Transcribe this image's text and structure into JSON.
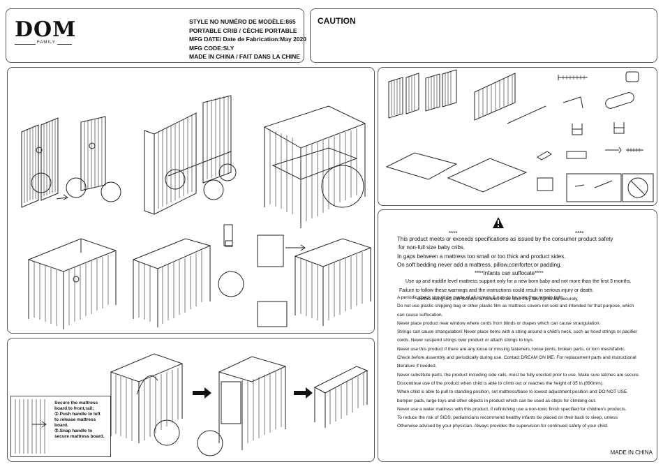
{
  "brand": {
    "logo": "DOM",
    "family": "FAMILY"
  },
  "product_info": {
    "style_no": "STYLE NO   NUMÉRO DE MODÈLE:865",
    "name": "PORTABLE CRIB / CÈCHE PORTABLE",
    "mfg_date": "MFG DATE/ Date de Fabrication:May 2020",
    "mfg_code": "MFG CODE:SLY",
    "made_in": "MADE IN CHINA / FAIT DANS LA CHINE"
  },
  "caution": {
    "title": "CAUTION"
  },
  "warnings": {
    "stars_left": "****",
    "stars_right": "****",
    "lines": [
      "This product meets or exceeds specifications as issued by the consumer product safety",
      "for non-full size baby cribs.",
      "In gaps between a mattress too small or too thick and product sides.",
      "On soft bedding never add a mattress, pillow,comforter,or padding.",
      "****Infants can suffocate****",
      "Use up and middle level mattress support only for a new born baby and not more than the first 3 months.",
      "Failure to follow these warnings and the instructions could result in serious injury or death.",
      "Before using this unit recheck all screws to be sure they are tightened securely."
    ],
    "small_lines": [
      "A periodic check should be made of all screws & nuts to be sure they remain tight.",
      "Do not use plastic shipping bag or other plastic film as mattress covers not sold and intended for that purpose, which",
      "can cause suffocation.",
      "Never place product near window where cords from blinds or drapes which can cause strangulation.",
      "Strings can cause strangulation! Never place items with a string around a child's neck, such as hood strings or pacifier",
      "cords. Never suspend strings over product or attach strings to toys.",
      "Never use this product if there are any loose or missing fasteners, loose joints, broken parts, or torn mesh/fabric.",
      "Check before assembly and periodically during use. Contact DREAM ON ME. For replacement parts and instructional",
      "literature if needed.",
      "Never substitute parts, the product including side rails, must be fully erected prior to use. Make sure latches are secure.",
      "Discontinue use of the product when child is able to climb out or reaches the height of 35 in.(890mm).",
      "When child is able to pull to standing position, set mattress/base to lowest adjustment position and DO NOT USE",
      "bumper pads, large toys and other objects in product which can be used as steps for climbing out.",
      "Never use a water mattress with this product, if refinishing use a non-toxic finish specified for children's products.",
      "To reduce the risk of SIDS, pediatricians recommend healthy infants be placed on their back to sleep, unless",
      "Otherwise advised by your physician.  Always provides the supervision for continued safety of your child."
    ],
    "made_in": "MADE IN CHINA"
  },
  "mattress_callout": {
    "lines": [
      "Secure the mattress",
      "board to front,rail;",
      "①.Push handle to left",
      "to release mattress",
      "board.",
      "②.Snap handle to",
      "secure mattress board."
    ]
  },
  "icons": [
    "warning-triangle-icon",
    "screwdriver-icon",
    "no-power-tool-icon",
    "arrow-icon"
  ]
}
